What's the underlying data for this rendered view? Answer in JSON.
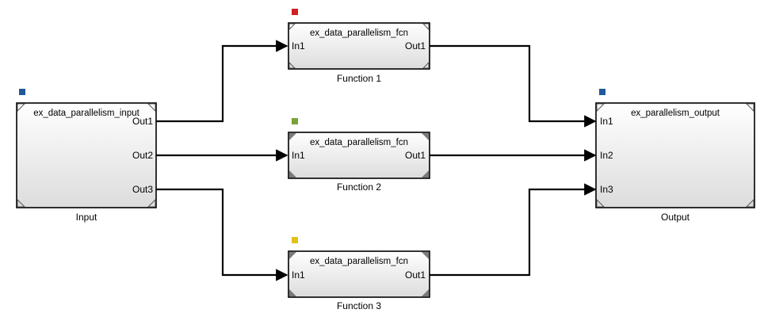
{
  "blocks": {
    "input": {
      "name": "Input",
      "inner_title": "ex_data_parallelism_input",
      "outputs": [
        "Out1",
        "Out2",
        "Out3"
      ],
      "marker_color": "#1f5a9a"
    },
    "function1": {
      "name": "Function 1",
      "inner_title": "ex_data_parallelism_fcn",
      "input": "In1",
      "output": "Out1",
      "marker_color": "#d02020"
    },
    "function2": {
      "name": "Function 2",
      "inner_title": "ex_data_parallelism_fcn",
      "input": "In1",
      "output": "Out1",
      "marker_color": "#7aa23a"
    },
    "function3": {
      "name": "Function 3",
      "inner_title": "ex_data_parallelism_fcn",
      "input": "In1",
      "output": "Out1",
      "marker_color": "#e0c21a"
    },
    "output": {
      "name": "Output",
      "inner_title": "ex_parallelism_output",
      "inputs": [
        "In1",
        "In2",
        "In3"
      ],
      "marker_color": "#1f5a9a"
    }
  }
}
